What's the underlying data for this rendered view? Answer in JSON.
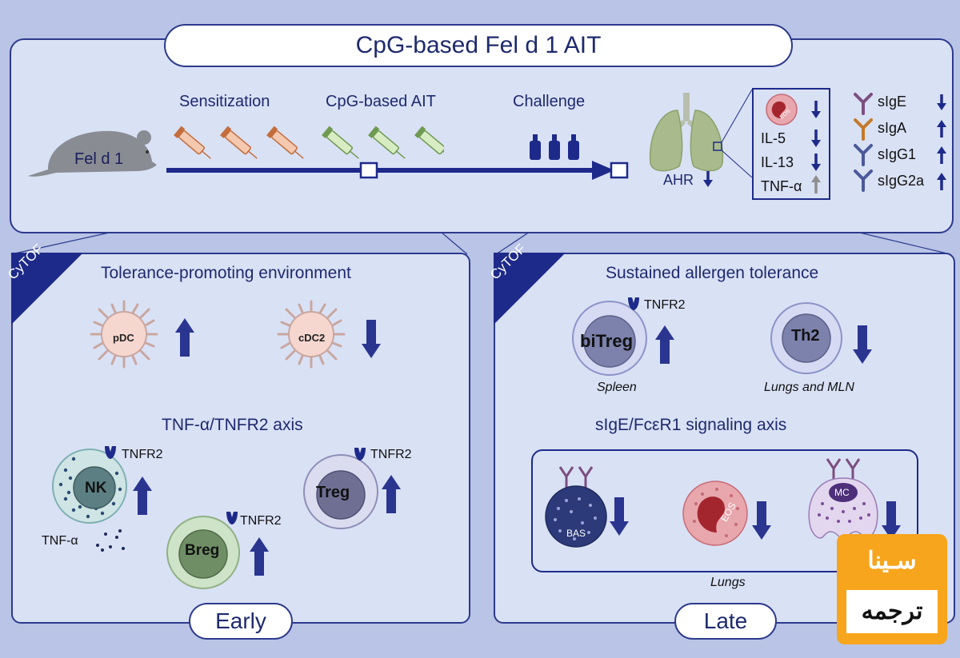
{
  "title": "CpG-based Fel d 1 AIT",
  "timeline": {
    "mouse_label": "Fel d 1",
    "stage_sensitization": "Sensitization",
    "stage_ait": "CpG-based AIT",
    "stage_challenge": "Challenge"
  },
  "lung": {
    "ahr_label": "AHR",
    "eos_label": "EOS",
    "cytokines": [
      "IL-5",
      "IL-13",
      "TNF-α"
    ]
  },
  "antibodies": [
    "sIgE",
    "sIgA",
    "sIgG1",
    "sIgG2a"
  ],
  "early": {
    "badge": "CyTOF",
    "heading1": "Tolerance-promoting environment",
    "pdc": "pDC",
    "cdc2": "cDC2",
    "heading2": "TNF-α/TNFR2 axis",
    "nk": "NK",
    "breg": "Breg",
    "treg": "Treg",
    "tnfr2": "TNFR2",
    "tnfa": "TNF-α",
    "footer": "Early"
  },
  "late": {
    "badge": "CyTOF",
    "heading1": "Sustained allergen tolerance",
    "bitreg": "biTreg",
    "th2": "Th2",
    "tnfr2": "TNFR2",
    "spleen": "Spleen",
    "lungs_mln": "Lungs and MLN",
    "heading2": "sIgE/FcεR1 signaling axis",
    "bas": "BAS",
    "eos": "EOS",
    "mc": "MC",
    "lungs": "Lungs",
    "footer": "Late"
  },
  "watermark": {
    "line1": "سـينا",
    "line2": "ترجمه"
  },
  "colors": {
    "navy": "#1e2a8a",
    "panel_bg": "#d9e1f5",
    "outer_bg": "#b9c4e6",
    "watermark_orange": "#f7a51c"
  }
}
